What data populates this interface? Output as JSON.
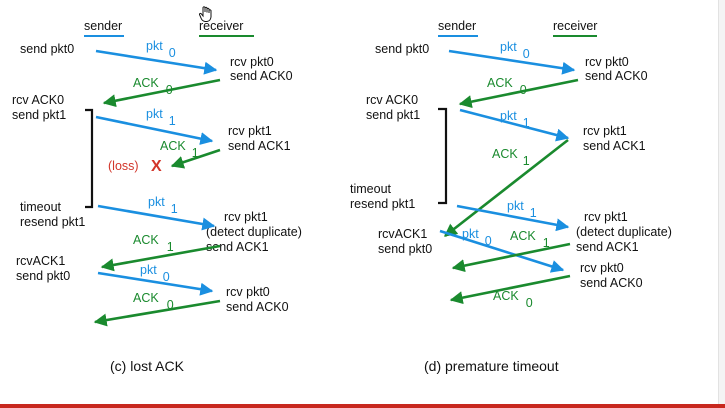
{
  "colors": {
    "black": "#111111",
    "sender_line": "#1a8fe0",
    "receiver_line": "#1a8a2e",
    "blue_arrow": "#1a8fe0",
    "green_arrow": "#1a8a2e",
    "loss_red": "#d2352a",
    "bottom_rule": "#c8281e"
  },
  "icons": {
    "cursor": "hand-pointer-icon"
  },
  "panel_c": {
    "caption": "(c) lost ACK",
    "sender_label": "sender",
    "receiver_label": "receiver",
    "events": {
      "s1": "send pkt0",
      "r1a": "rcv pkt0",
      "r1b": "send ACK0",
      "s2a": "rcv ACK0",
      "s2b": "send pkt1",
      "r2a": "rcv pkt1",
      "r2b": "send ACK1",
      "loss": "(loss)",
      "x": "X",
      "s3a": "timeout",
      "s3b": "resend pkt1",
      "r3a": "rcv pkt1",
      "r3b": "(detect duplicate)",
      "r3c": "send ACK1",
      "s4a": "rcvACK1",
      "s4b": "send pkt0",
      "r4a": "rcv pkt0",
      "r4b": "send ACK0"
    },
    "arrows": {
      "a1": "pkt",
      "a1s": "0",
      "a2": "ACK",
      "a2s": "0",
      "a3": "pkt",
      "a3s": "1",
      "a4": "ACK",
      "a4s": "1",
      "a5": "pkt",
      "a5s": "1",
      "a6": "ACK",
      "a6s": "1",
      "a7": "pkt",
      "a7s": "0",
      "a8": "ACK",
      "a8s": "0"
    }
  },
  "panel_d": {
    "caption": "(d) premature timeout",
    "sender_label": "sender",
    "receiver_label": "receiver",
    "events": {
      "s1": "send pkt0",
      "r1a": "rcv pkt0",
      "r1b": "send ACK0",
      "s2a": "rcv ACK0",
      "s2b": "send pkt1",
      "r2a": "rcv pkt1",
      "r2b": "send ACK1",
      "s3a": "timeout",
      "s3b": "resend pkt1",
      "r3a": "rcv pkt1",
      "r3b": "(detect duplicate)",
      "r3c": "send ACK1",
      "s4a": "rcvACK1",
      "s4b": "send pkt0",
      "r4a": "rcv pkt0",
      "r4b": "send ACK0"
    },
    "arrows": {
      "a1": "pkt",
      "a1s": "0",
      "a2": "ACK",
      "a2s": "0",
      "a3": "pkt",
      "a3s": "1",
      "a4": "ACK",
      "a4s": "1",
      "a5": "pkt",
      "a5s": "1",
      "a6": "pkt",
      "a6s": "0",
      "a7": "ACK",
      "a7s": "1",
      "a8": "ACK",
      "a8s": "0"
    }
  }
}
